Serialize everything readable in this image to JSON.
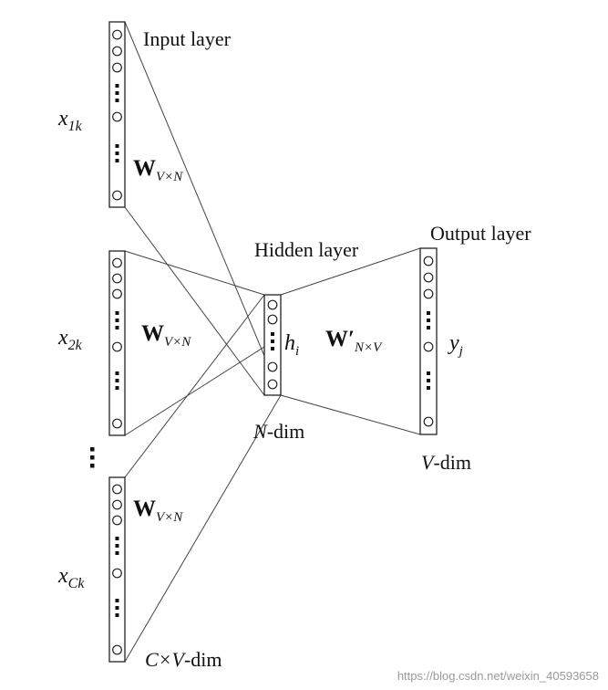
{
  "labels": {
    "input_layer": "Input layer",
    "hidden_layer": "Hidden layer",
    "output_layer": "Output layer",
    "x1": "x",
    "x1_sub": "1k",
    "x2": "x",
    "x2_sub": "2k",
    "xC": "x",
    "xC_sub": "Ck",
    "w": "W",
    "w_sub": "V×N",
    "w_prime": "W′",
    "w_prime_sub": "N×V",
    "h": "h",
    "h_sub": "i",
    "y": "y",
    "y_sub": "j",
    "n_dim_var": "N",
    "n_dim_rest": "-dim",
    "v_dim_var": "V",
    "v_dim_rest": "-dim",
    "cv_var": "C×V",
    "cv_rest": "-dim",
    "ellipsis": "⋮"
  },
  "watermark": "https://blog.csdn.net/weixin_40593658"
}
